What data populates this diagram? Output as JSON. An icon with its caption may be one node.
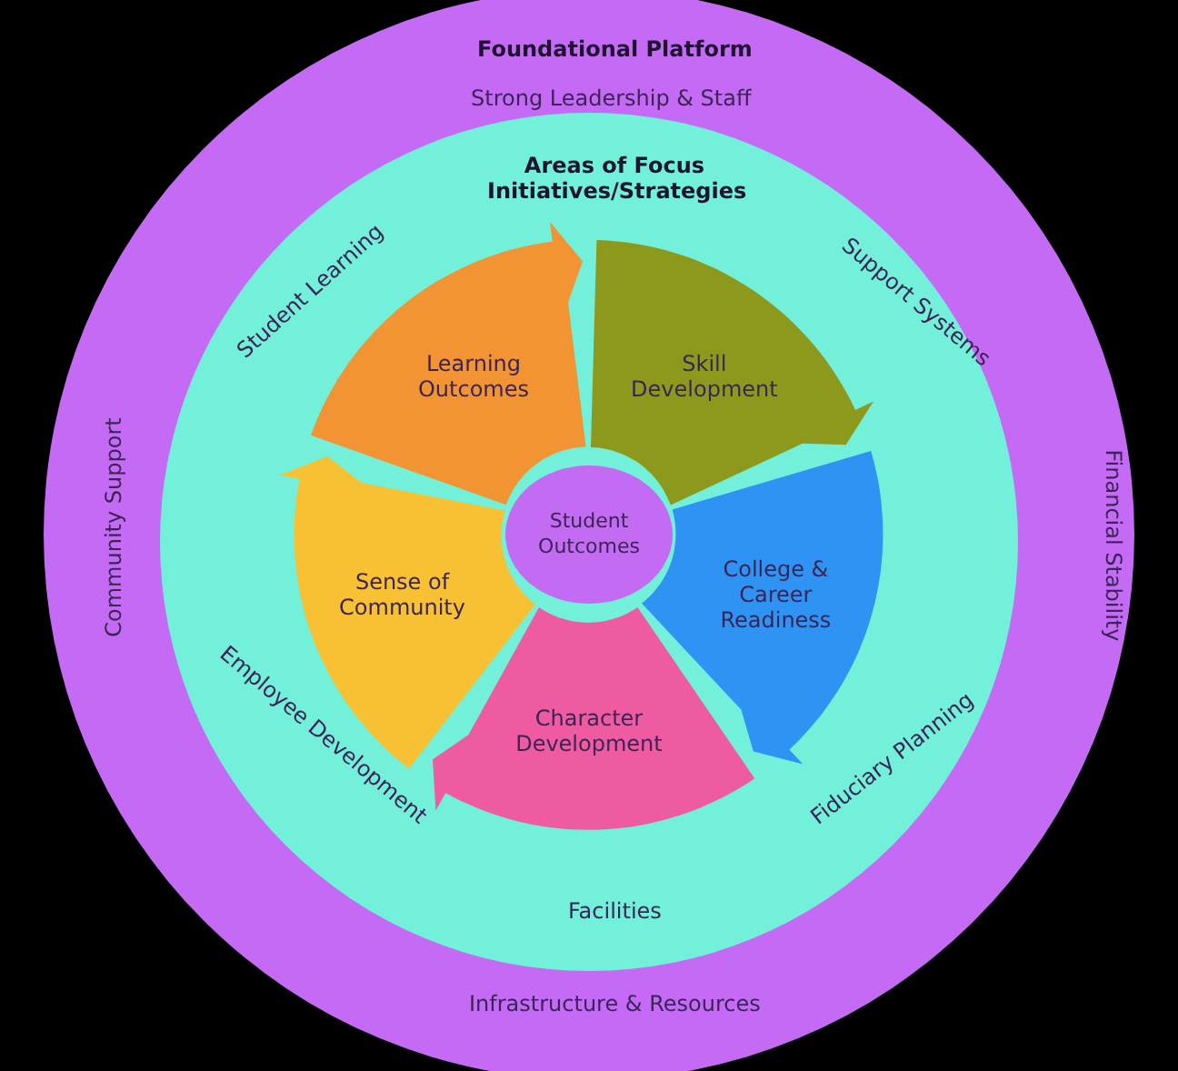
{
  "diagram": {
    "nodes": [
      {
        "text": [
          "Foundational Platform",
          "Strong Leadership & Staff",
          "Community Support",
          "Financial Stability",
          "Infrastructure & Resources"
        ]
      },
      {
        "text": [
          "Areas of Focus Initiatives/Strategies",
          "Student Learning",
          "Support Systems",
          "Employee Development",
          "Fiduciary Planning",
          "Facilities"
        ],
        "in": 0
      },
      {
        "text": [
          "Learning Outcomes"
        ],
        "in": 1
      },
      {
        "text": [
          "Skill Development"
        ],
        "in": 1
      },
      {
        "text": [
          "Student Outcomes"
        ],
        "in": 1
      },
      {
        "text": [
          "Sense of Community"
        ],
        "in": 1
      },
      {
        "text": [
          "College & Career Readiness"
        ],
        "in": 1
      },
      {
        "text": [
          "Character Development"
        ],
        "in": 1
      }
    ]
  }
}
